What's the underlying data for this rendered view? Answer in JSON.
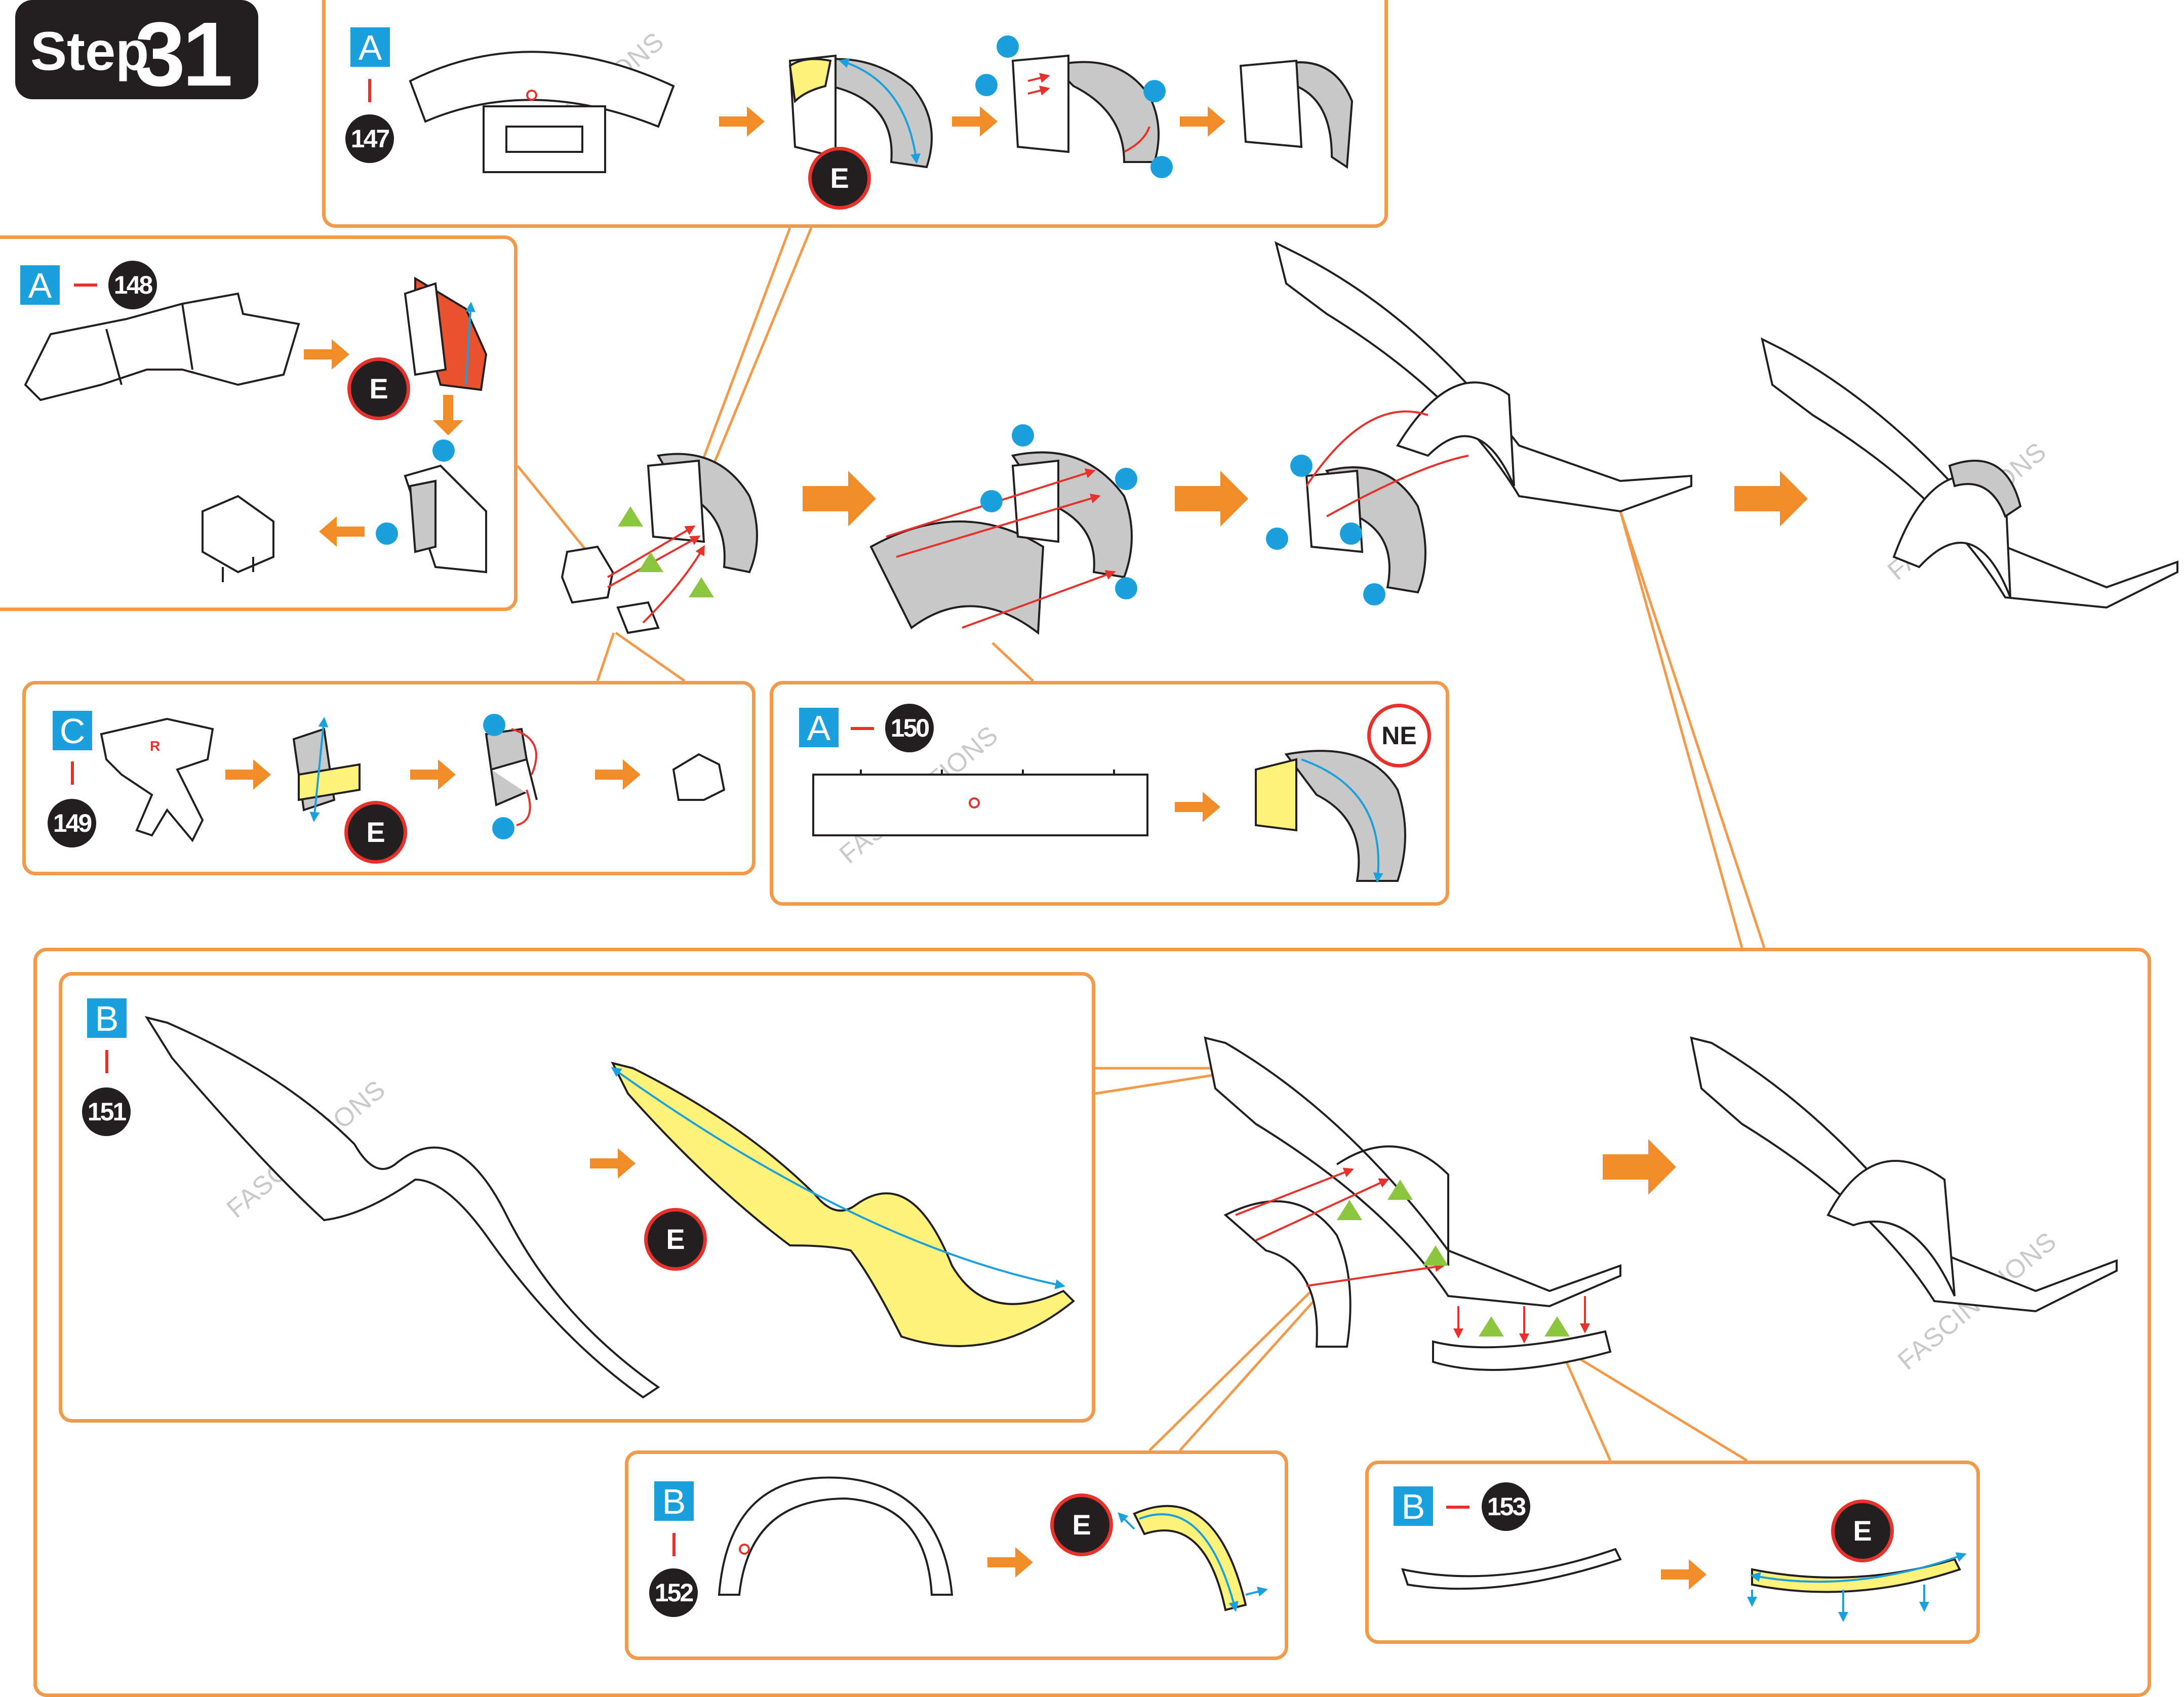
{
  "step": {
    "label": "Step",
    "number": "31"
  },
  "badges": {
    "glue": "E",
    "no_glue": "NE"
  },
  "watermark": "FASCINATIONS",
  "substeps": [
    {
      "sheet": "A",
      "part": "147"
    },
    {
      "sheet": "A",
      "part": "148"
    },
    {
      "sheet": "C",
      "part": "149"
    },
    {
      "sheet": "A",
      "part": "150"
    },
    {
      "sheet": "B",
      "part": "151"
    },
    {
      "sheet": "B",
      "part": "152"
    },
    {
      "sheet": "B",
      "part": "153"
    }
  ],
  "part_marks": {
    "part_149_mark": "R"
  },
  "colors": {
    "arrow": "#f28c28",
    "frame": "#f39a4a",
    "sheet_tag": "#1aa1dd",
    "glue_highlight": "#fff27a",
    "gray_part": "#c8c8c8",
    "orange_part": "#e8532e",
    "attach_line": "#e7322c",
    "dot_marker": "#1aa1dd",
    "triangle_marker": "#8cc63f",
    "fold_arrow": "#1aa1dd"
  }
}
